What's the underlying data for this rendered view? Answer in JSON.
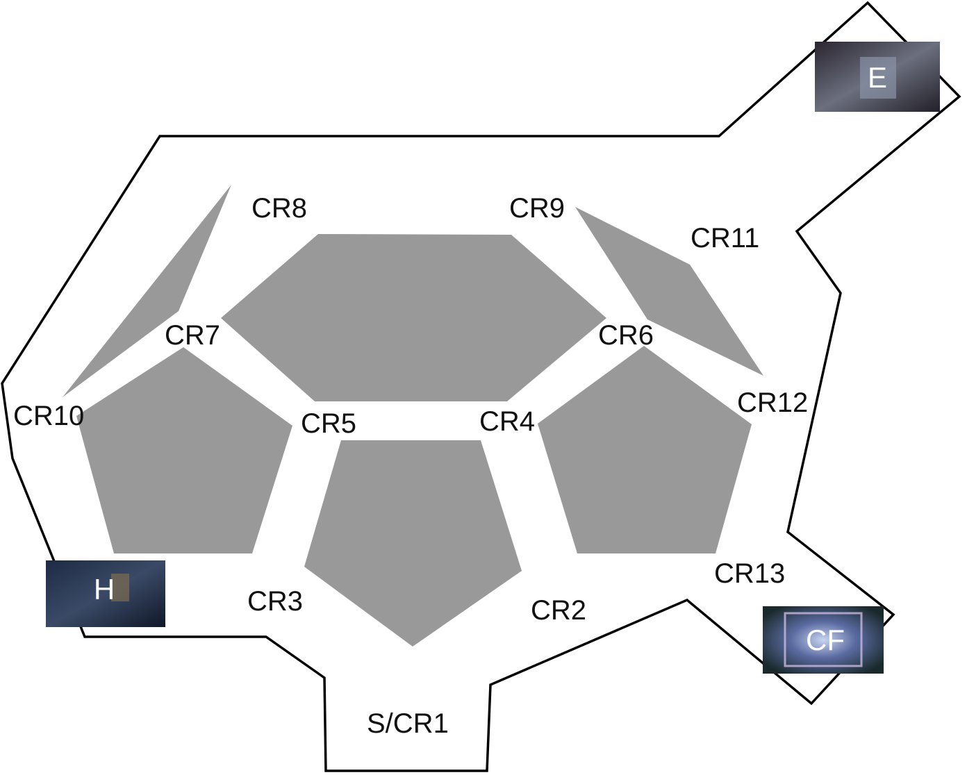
{
  "rooms": {
    "s_cr1": "S/CR1",
    "cr2": "CR2",
    "cr3": "CR3",
    "cr4": "CR4",
    "cr5": "CR5",
    "cr6": "CR6",
    "cr7": "CR7",
    "cr8": "CR8",
    "cr9": "CR9",
    "cr10": "CR10",
    "cr11": "CR11",
    "cr12": "CR12",
    "cr13": "CR13"
  },
  "tiles": {
    "e": "E",
    "h": "H",
    "cf": "CF"
  },
  "colors": {
    "outline": "#000000",
    "block": "#999999",
    "background": "#ffffff"
  }
}
